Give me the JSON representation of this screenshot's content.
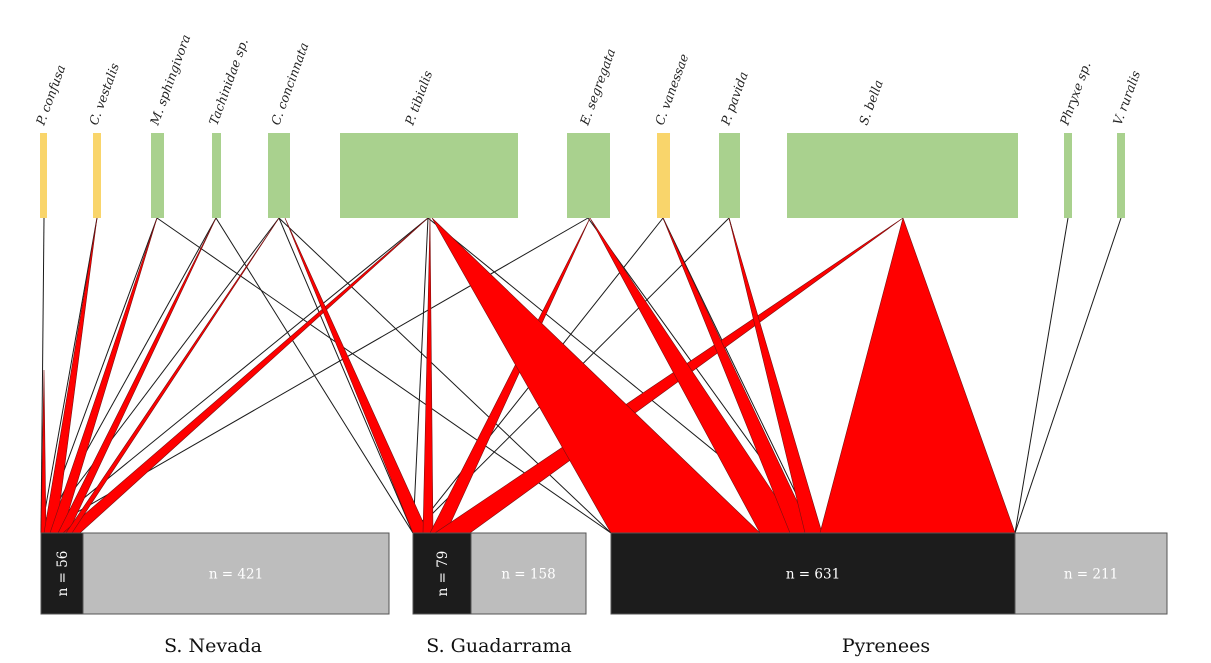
{
  "colors": {
    "yellow_bar": "#f9d56b",
    "green_bar": "#a9d18e",
    "link": "#ff0000",
    "link_dark": "#7a1010",
    "thin_line": "#1a1a1a",
    "black_block": "#1c1c1c",
    "grey_block": "#bdbdbd",
    "grey_text": "#ffffff",
    "black_text": "#ffffff"
  },
  "species": [
    {
      "name": "P. confusa",
      "color": "yellow"
    },
    {
      "name": "C. vestalis",
      "color": "yellow"
    },
    {
      "name": "M. sphingivora",
      "color": "green"
    },
    {
      "name": "Tachinidae sp.",
      "color": "green"
    },
    {
      "name": "C. concinnata",
      "color": "green"
    },
    {
      "name": "P. tibialis",
      "color": "green"
    },
    {
      "name": "E. segregata",
      "color": "green"
    },
    {
      "name": "C. vanessae",
      "color": "yellow"
    },
    {
      "name": "P. pavida",
      "color": "green"
    },
    {
      "name": "S. bella",
      "color": "green"
    },
    {
      "name": "Phryxe sp.",
      "color": "green"
    },
    {
      "name": "V. ruralis",
      "color": "green"
    }
  ],
  "sites": [
    {
      "name": "S. Nevada",
      "parasitized": "n = 56",
      "unparasitized": "n = 421"
    },
    {
      "name": "S. Guadarrama",
      "parasitized": "n = 79",
      "unparasitized": "n = 158"
    },
    {
      "name": "Pyrenees",
      "parasitized": "n = 631",
      "unparasitized": "n = 211"
    }
  ]
}
